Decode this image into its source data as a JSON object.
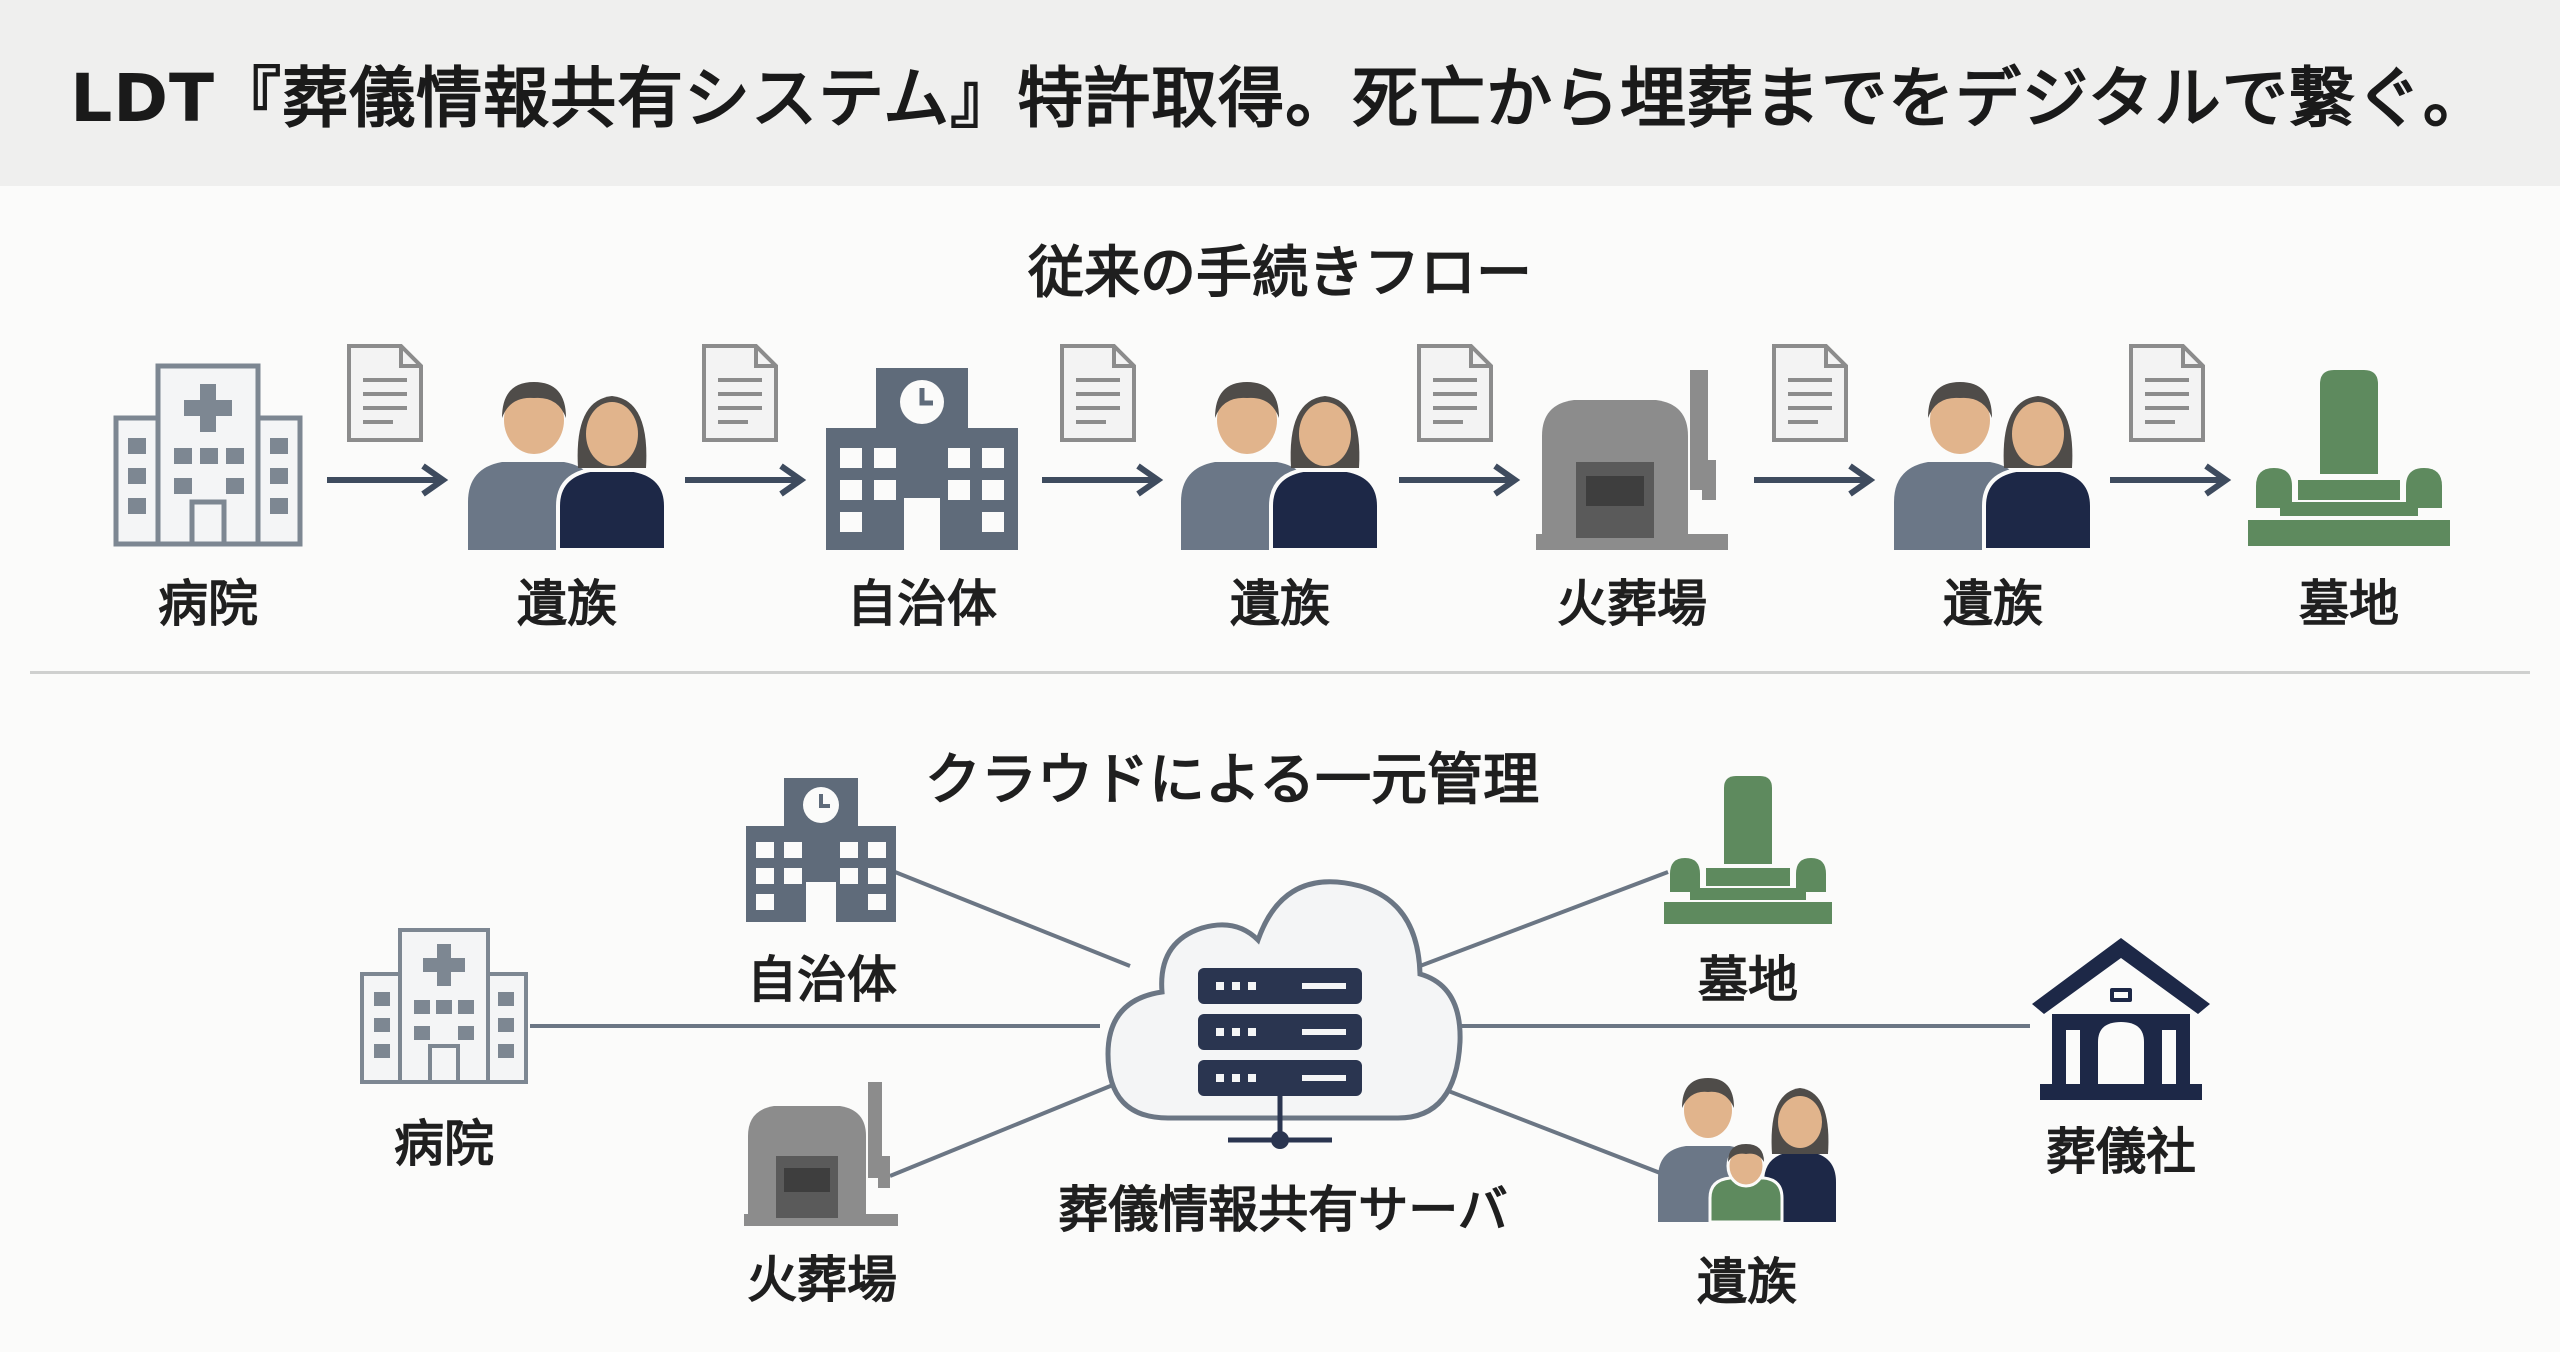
{
  "title": "LDT『葬儀情報共有システム』特許取得。死亡から埋葬までをデジタルで繋ぐ。",
  "traditional": {
    "heading": "従来の手続きフロー",
    "steps": [
      {
        "label": "病院",
        "icon": "hospital-icon"
      },
      {
        "label": "遺族",
        "icon": "family-icon"
      },
      {
        "label": "自治体",
        "icon": "city-hall-icon"
      },
      {
        "label": "遺族",
        "icon": "family-icon"
      },
      {
        "label": "火葬場",
        "icon": "crematorium-icon"
      },
      {
        "label": "遺族",
        "icon": "family-icon"
      },
      {
        "label": "墓地",
        "icon": "grave-icon"
      }
    ],
    "connector_icon": "document-icon"
  },
  "cloud": {
    "heading": "クラウドによる一元管理",
    "server_label": "葬儀情報共有サーバ",
    "server_icon": "cloud-server-icon",
    "nodes": {
      "hospital": {
        "label": "病院",
        "icon": "hospital-icon"
      },
      "city_hall": {
        "label": "自治体",
        "icon": "city-hall-icon"
      },
      "crematorium": {
        "label": "火葬場",
        "icon": "crematorium-icon"
      },
      "cemetery": {
        "label": "墓地",
        "icon": "grave-icon"
      },
      "funeral_company": {
        "label": "葬儀社",
        "icon": "funeral-home-icon"
      },
      "family": {
        "label": "遺族",
        "icon": "family-with-child-icon"
      }
    }
  },
  "colors": {
    "slate": "#5f6b7a",
    "navy": "#1d2847",
    "green": "#5e8a5e",
    "gray": "#8c8c8c",
    "hospital_stroke": "#7d8792",
    "skin": "#e1b48c",
    "hair": "#4f4c49"
  }
}
